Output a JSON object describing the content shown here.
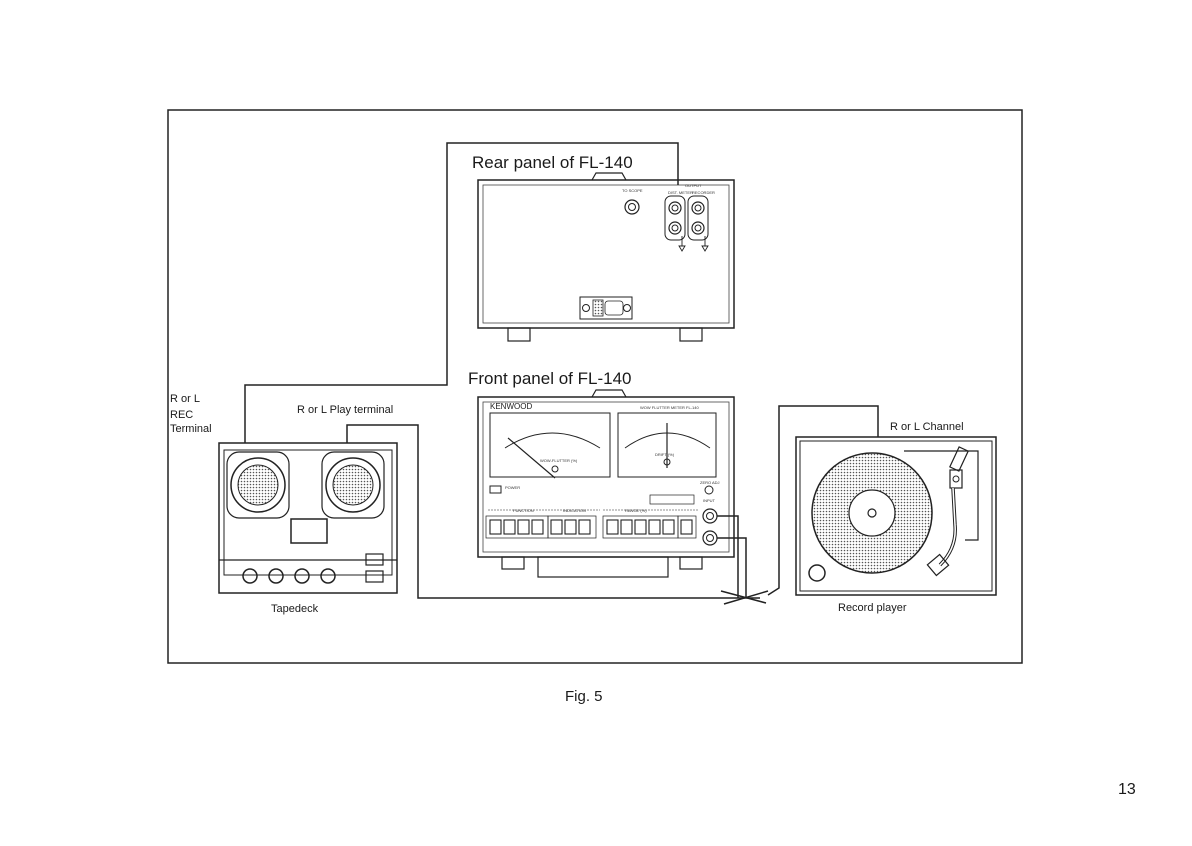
{
  "figure": {
    "caption": "Fig. 5",
    "page_number": "13"
  },
  "rear_panel": {
    "title": "Rear panel of FL-140",
    "label_to_scope": "TO SCOPE",
    "label_output": "OUTPUT",
    "label_dist": "DIST. METER",
    "label_recorder": "RECORDER"
  },
  "front_panel": {
    "title": "Front panel of FL-140",
    "brand": "KENWOOD",
    "model": "WOW FLUTTER METER  FL-140",
    "left_meter_label": "WOW-FLUTTER (%)",
    "right_meter_label": "DRIFT (%)",
    "power_label": "POWER",
    "function_label": "FUNCTION",
    "indication_label": "INDICATION",
    "range_label": "RANGE (%)",
    "input_label": "INPUT",
    "zero_adj_label": "ZERO ADJ"
  },
  "labels": {
    "rec_terminal_line1": "R or L",
    "rec_terminal_line2": "REC",
    "rec_terminal_line3": "Terminal",
    "play_terminal": "R or L Play terminal",
    "channel": "R or L Channel",
    "tapedeck": "Tapedeck",
    "record_player": "Record player"
  }
}
